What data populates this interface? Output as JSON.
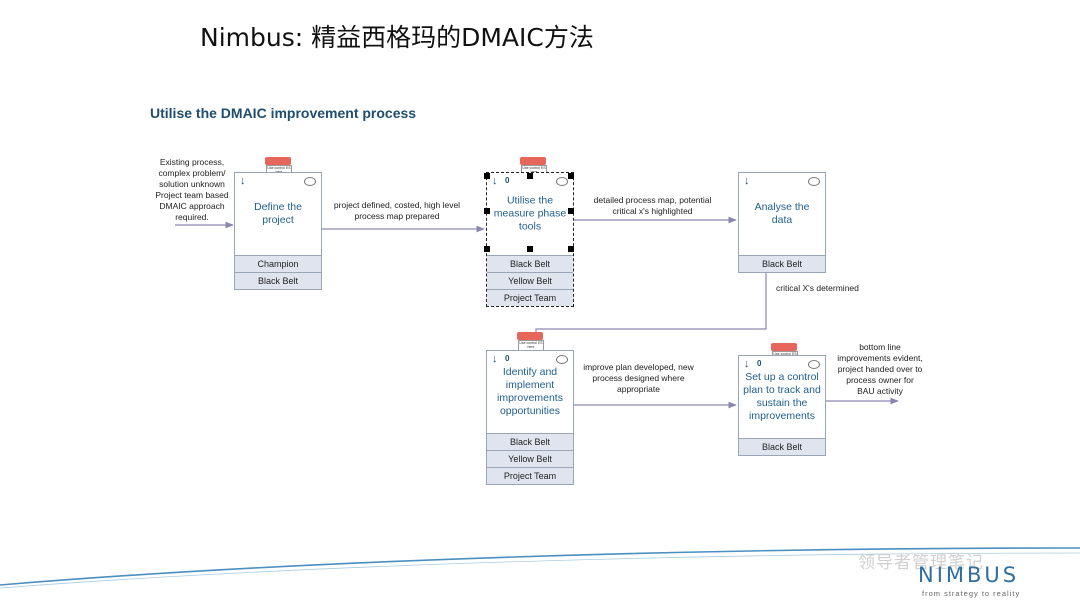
{
  "slide": {
    "title": "Nimbus: 精益西格玛的DMAIC方法",
    "subtitle": "Utilise the DMAIC improvement process"
  },
  "flow_labels": {
    "start": [
      "Existing process,",
      "complex problem/",
      "solution unknown",
      "Project team based",
      "DMAIC approach",
      "required."
    ],
    "a1": [
      "project defined, costed, high level",
      "process map prepared"
    ],
    "a2": [
      "detailed process map, potential",
      "critical x's highlighted"
    ],
    "a3": [
      "critical X's determined"
    ],
    "a4": [
      "improve plan developed, new",
      "process designed where",
      "appropriate"
    ],
    "a5": [
      "bottom line",
      "improvements evident,",
      "project handed over to",
      "process owner for",
      "BAU activity"
    ]
  },
  "note_text": "Use control ES here",
  "boxes": {
    "define": {
      "title": "Define the project",
      "roles": [
        "Champion",
        "Black Belt"
      ]
    },
    "measure": {
      "title": "Utilise the measure phase tools",
      "roles": [
        "Black Belt",
        "Yellow Belt",
        "Project Team"
      ]
    },
    "analyse": {
      "title": "Analyse the data",
      "roles": [
        "Black Belt"
      ]
    },
    "improve": {
      "title": "Identify and implement improvements opportunities",
      "roles": [
        "Black Belt",
        "Yellow Belt",
        "Project Team"
      ]
    },
    "control": {
      "title": "Set up a control plan to track and sustain the improvements",
      "roles": [
        "Black Belt"
      ]
    }
  },
  "icons": {
    "down_arrow": "↓",
    "zero": "0"
  },
  "footer": {
    "watermark": "领导者管理笔记",
    "logo": "NIMBUS",
    "tagline": "from strategy to reality"
  }
}
